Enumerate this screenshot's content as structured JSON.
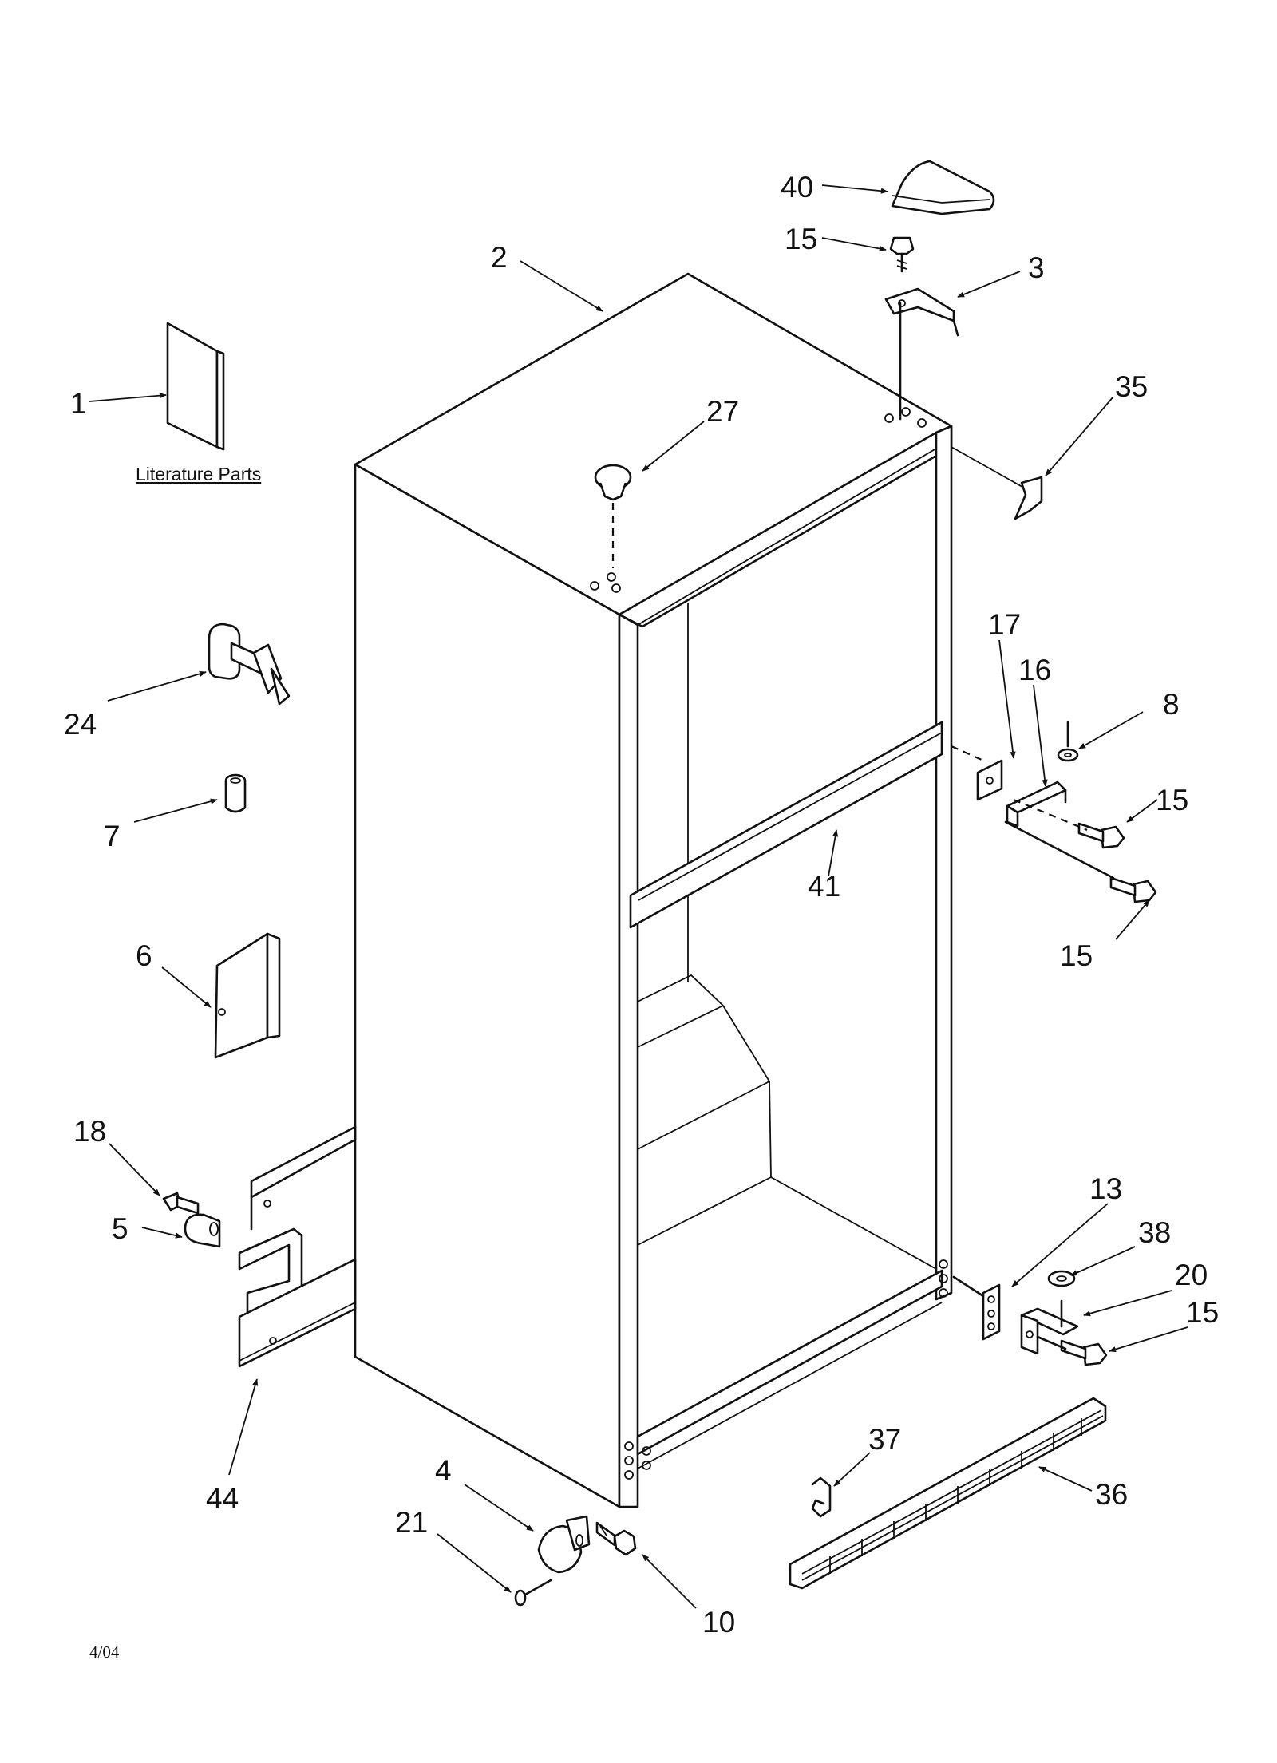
{
  "labels": {
    "p40": "40",
    "p15_top": "15",
    "p3": "3",
    "p2": "2",
    "p1": "1",
    "p27": "27",
    "p35": "35",
    "p24": "24",
    "p7": "7",
    "p17": "17",
    "p16": "16",
    "p8": "8",
    "p15_hinge_upper": "15",
    "p41": "41",
    "p15_hinge_lower": "15",
    "p6": "6",
    "p18": "18",
    "p5": "5",
    "p13": "13",
    "p38": "38",
    "p20": "20",
    "p15_bottom": "15",
    "p37": "37",
    "p36": "36",
    "p44": "44",
    "p4": "4",
    "p21": "21",
    "p10": "10"
  },
  "literature_caption": "Literature Parts",
  "date_code": "4/04"
}
